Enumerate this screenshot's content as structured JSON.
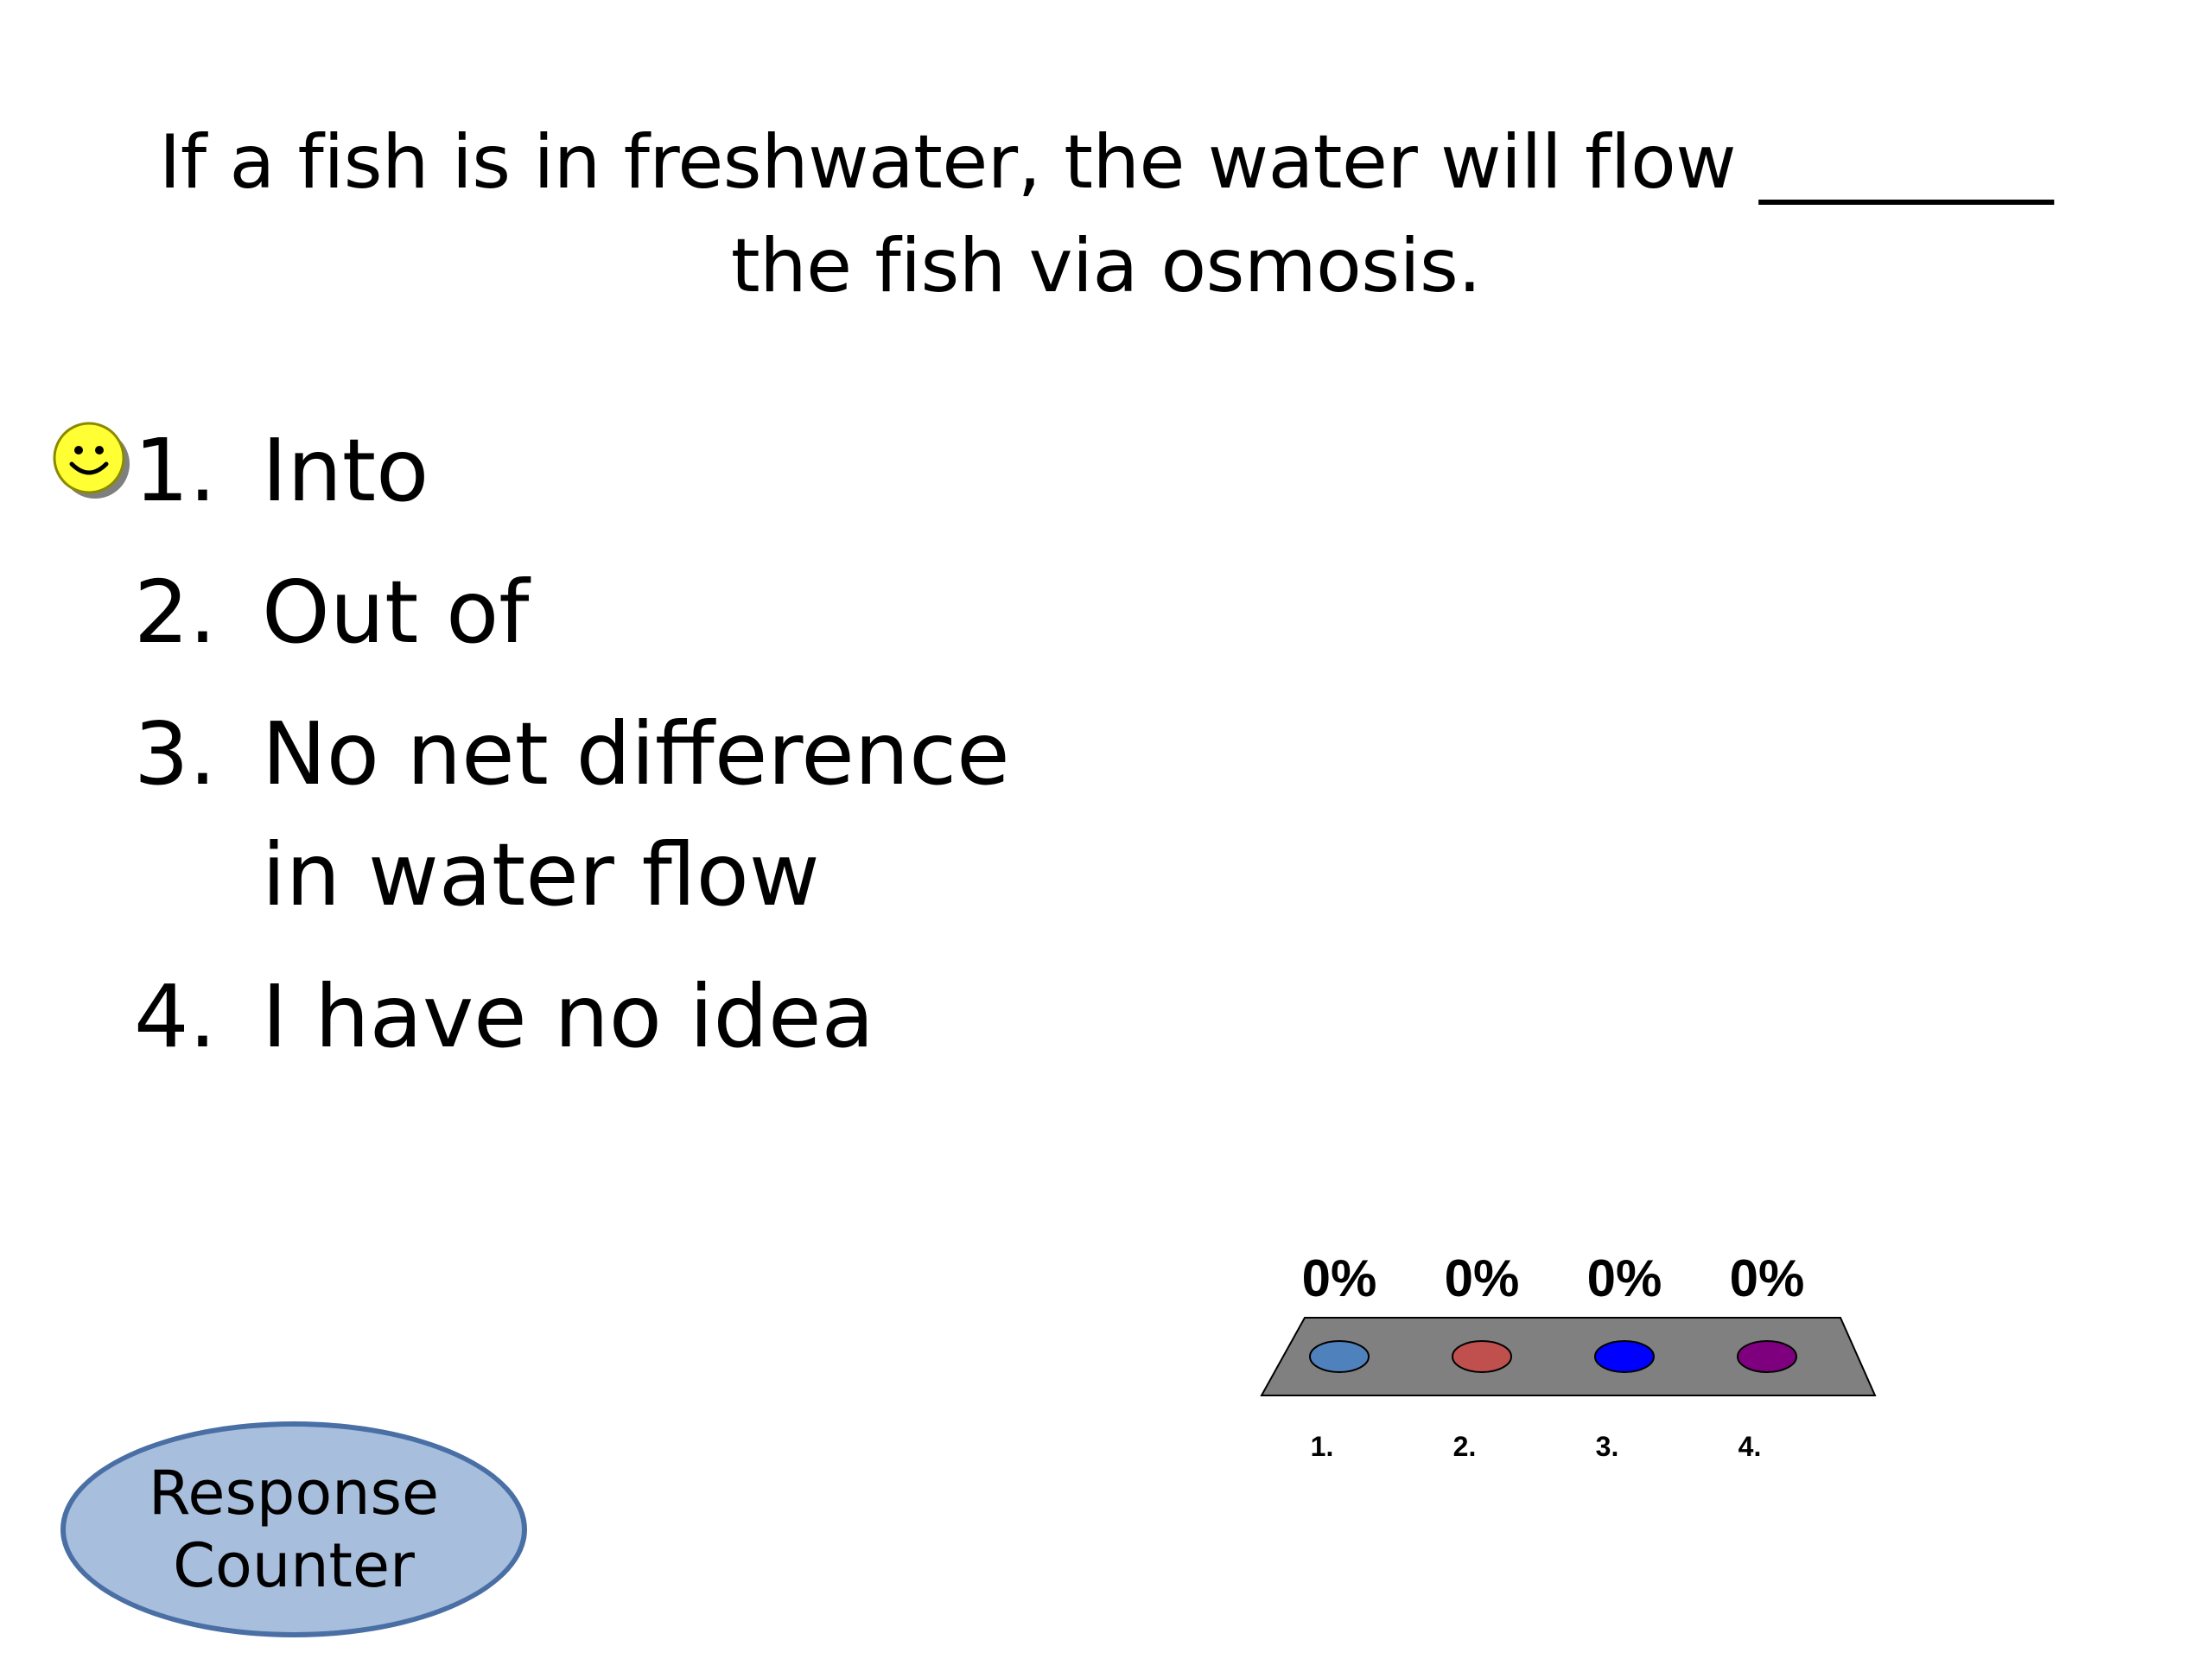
{
  "question": {
    "line1": "If a fish is in freshwater, the water will flow ________",
    "line2": "the fish via osmosis."
  },
  "answers": [
    {
      "number": "1.",
      "text": "Into",
      "marked_correct": true
    },
    {
      "number": "2.",
      "text": "Out of",
      "marked_correct": false
    },
    {
      "number": "3.",
      "text": "No net difference in water flow",
      "marked_correct": false
    },
    {
      "number": "4.",
      "text": "I have no idea",
      "marked_correct": false
    }
  ],
  "correct_marker": {
    "icon": "smiley-icon"
  },
  "response_counter": {
    "label": "Response Counter"
  },
  "chart_data": {
    "type": "bar",
    "categories": [
      "1.",
      "2.",
      "3.",
      "4."
    ],
    "values": [
      0,
      0,
      0,
      0
    ],
    "data_labels": [
      "0%",
      "0%",
      "0%",
      "0%"
    ],
    "unit": "%",
    "colors": [
      "#4f81bd",
      "#c0504d",
      "#0000ff",
      "#7f007f"
    ],
    "ylim": [
      0,
      100
    ],
    "grid": false,
    "legend": "none",
    "base_color": "#808080"
  }
}
